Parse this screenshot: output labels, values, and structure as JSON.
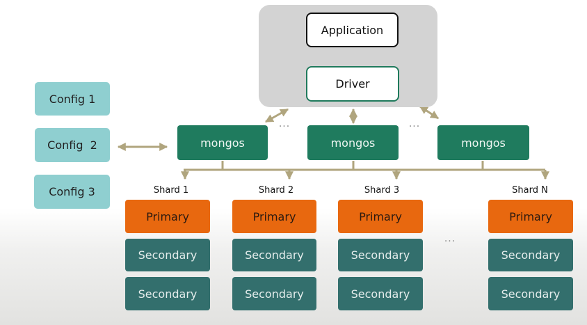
{
  "application": {
    "label": "Application"
  },
  "driver": {
    "label": "Driver"
  },
  "config_servers": [
    {
      "label": "Config 1"
    },
    {
      "label": "Config  2"
    },
    {
      "label": "Config 3"
    }
  ],
  "mongos": [
    {
      "label": "mongos"
    },
    {
      "label": "mongos"
    },
    {
      "label": "mongos"
    }
  ],
  "mongos_ellipsis": "...",
  "shards": [
    {
      "name": "Shard 1",
      "primary": "Primary",
      "secondaries": [
        "Secondary",
        "Secondary"
      ]
    },
    {
      "name": "Shard 2",
      "primary": "Primary",
      "secondaries": [
        "Secondary",
        "Secondary"
      ]
    },
    {
      "name": "Shard 3",
      "primary": "Primary",
      "secondaries": [
        "Secondary",
        "Secondary"
      ]
    },
    {
      "name": "Shard N",
      "primary": "Primary",
      "secondaries": [
        "Secondary",
        "Secondary"
      ]
    }
  ],
  "shard_ellipsis": "...",
  "colors": {
    "connector": "#b0a57e",
    "mongos": "#1f7b5e",
    "primary": "#e8680f",
    "secondary": "#336f6d",
    "config": "#8fcfd0"
  }
}
